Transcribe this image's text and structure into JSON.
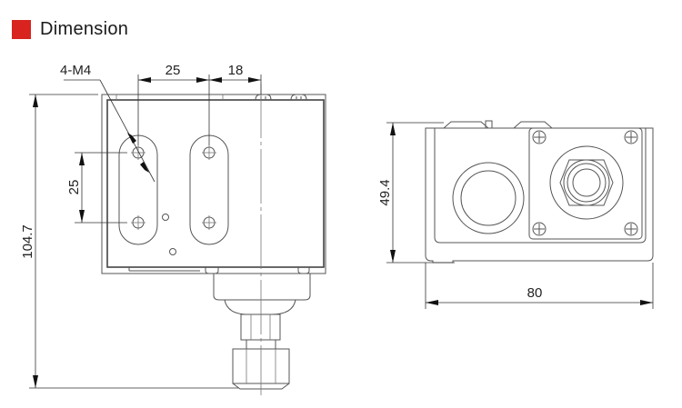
{
  "header": {
    "title": "Dimension",
    "marker_color": "#d8231f"
  },
  "front_view": {
    "dimensions": {
      "hole_label": "4-M4",
      "horizontal_spacing_1": "25",
      "horizontal_spacing_2": "18",
      "vertical_hole_spacing": "25",
      "overall_height": "104.7"
    }
  },
  "side_view": {
    "dimensions": {
      "height": "49.4",
      "width": "80"
    }
  }
}
